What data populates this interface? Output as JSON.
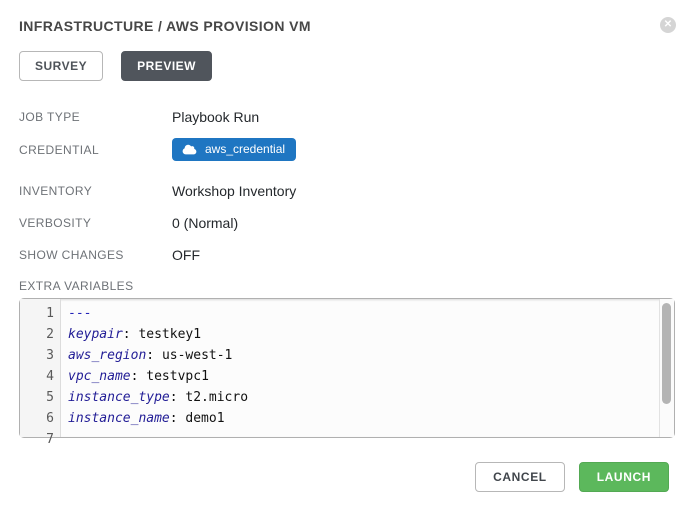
{
  "header": {
    "title": "INFRASTRUCTURE / AWS PROVISION VM",
    "close_glyph": "✕"
  },
  "tabs": {
    "survey": {
      "label": "SURVEY",
      "active": false
    },
    "preview": {
      "label": "PREVIEW",
      "active": true
    }
  },
  "details": {
    "job_type": {
      "label": "JOB TYPE",
      "value": "Playbook Run"
    },
    "credential": {
      "label": "CREDENTIAL",
      "value": "aws_credential",
      "icon": "cloud-icon"
    },
    "inventory": {
      "label": "INVENTORY",
      "value": "Workshop Inventory"
    },
    "verbosity": {
      "label": "VERBOSITY",
      "value": "0 (Normal)"
    },
    "show_changes": {
      "label": "SHOW CHANGES",
      "value": "OFF"
    }
  },
  "extra_variables": {
    "label": "EXTRA VARIABLES",
    "lines": [
      {
        "number": "1",
        "doc": "---",
        "key": "",
        "separator": "",
        "value": ""
      },
      {
        "number": "2",
        "doc": "",
        "key": "keypair",
        "separator": ": ",
        "value": "testkey1"
      },
      {
        "number": "3",
        "doc": "",
        "key": "aws_region",
        "separator": ": ",
        "value": "us-west-1"
      },
      {
        "number": "4",
        "doc": "",
        "key": "vpc_name",
        "separator": ": ",
        "value": "testvpc1"
      },
      {
        "number": "5",
        "doc": "",
        "key": "instance_type",
        "separator": ": ",
        "value": "t2.micro"
      },
      {
        "number": "6",
        "doc": "",
        "key": "instance_name",
        "separator": ": ",
        "value": "demo1"
      },
      {
        "number": "7",
        "doc": "",
        "key": "",
        "separator": "",
        "value": ""
      }
    ]
  },
  "footer": {
    "cancel_label": "CANCEL",
    "launch_label": "LAUNCH"
  },
  "colors": {
    "badge_blue": "#1f76c2",
    "active_tab_bg": "#50555c",
    "launch_green": "#5cb85c",
    "code_key": "#221d96",
    "code_doc": "#2323b8"
  }
}
